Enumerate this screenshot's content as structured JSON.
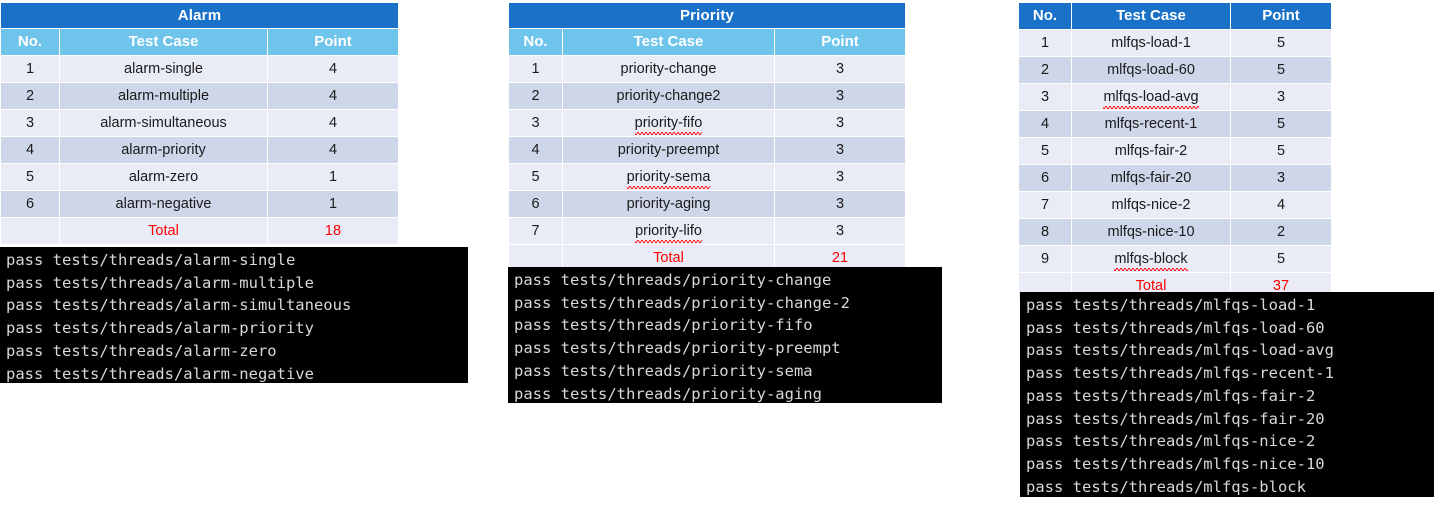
{
  "columns": {
    "no": "No.",
    "test_case": "Test Case",
    "point": "Point"
  },
  "total_label": "Total",
  "accent_colors": {
    "title_blue": "#1a71c8",
    "header_light_blue": "#6ec4ea",
    "row_odd": "#e9ecf6",
    "row_even": "#ced6e9",
    "total_red": "#ff0000",
    "terminal_bg": "#000000",
    "terminal_text": "#d8d8d8"
  },
  "tables": [
    {
      "title": "Alarm",
      "header_style": "light",
      "rows": [
        {
          "no": "1",
          "test_case": "alarm-single",
          "point": "4",
          "bold": false,
          "misspelled": false
        },
        {
          "no": "2",
          "test_case": "alarm-multiple",
          "point": "4",
          "bold": false,
          "misspelled": false
        },
        {
          "no": "3",
          "test_case": "alarm-simultaneous",
          "point": "4",
          "bold": false,
          "misspelled": false
        },
        {
          "no": "4",
          "test_case": "alarm-priority",
          "point": "4",
          "bold": false,
          "misspelled": false
        },
        {
          "no": "5",
          "test_case": "alarm-zero",
          "point": "1",
          "bold": false,
          "misspelled": false
        },
        {
          "no": "6",
          "test_case": "alarm-negative",
          "point": "1",
          "bold": false,
          "misspelled": false
        }
      ],
      "total": "18"
    },
    {
      "title": "Priority",
      "header_style": "light",
      "rows": [
        {
          "no": "1",
          "test_case": "priority-change",
          "point": "3",
          "bold": false,
          "misspelled": false
        },
        {
          "no": "2",
          "test_case": "priority-change2",
          "point": "3",
          "bold": true,
          "misspelled": false
        },
        {
          "no": "3",
          "test_case": "priority-fifo",
          "point": "3",
          "bold": false,
          "misspelled": true
        },
        {
          "no": "4",
          "test_case": "priority-preempt",
          "point": "3",
          "bold": false,
          "misspelled": false
        },
        {
          "no": "5",
          "test_case": "priority-sema",
          "point": "3",
          "bold": false,
          "misspelled": true
        },
        {
          "no": "6",
          "test_case": "priority-aging",
          "point": "3",
          "bold": true,
          "misspelled": false
        },
        {
          "no": "7",
          "test_case": "priority-lifo",
          "point": "3",
          "bold": true,
          "misspelled": true
        }
      ],
      "total": "21"
    },
    {
      "title": null,
      "header_style": "dark",
      "rows": [
        {
          "no": "1",
          "test_case": "mlfqs-load-1",
          "point": "5",
          "bold": false,
          "misspelled": false
        },
        {
          "no": "2",
          "test_case": "mlfqs-load-60",
          "point": "5",
          "bold": false,
          "misspelled": false
        },
        {
          "no": "3",
          "test_case": "mlfqs-load-avg",
          "point": "3",
          "bold": false,
          "misspelled": true
        },
        {
          "no": "4",
          "test_case": "mlfqs-recent-1",
          "point": "5",
          "bold": false,
          "misspelled": false
        },
        {
          "no": "5",
          "test_case": "mlfqs-fair-2",
          "point": "5",
          "bold": false,
          "misspelled": false
        },
        {
          "no": "6",
          "test_case": "mlfqs-fair-20",
          "point": "3",
          "bold": false,
          "misspelled": false
        },
        {
          "no": "7",
          "test_case": "mlfqs-nice-2",
          "point": "4",
          "bold": false,
          "misspelled": false
        },
        {
          "no": "8",
          "test_case": "mlfqs-nice-10",
          "point": "2",
          "bold": false,
          "misspelled": false
        },
        {
          "no": "9",
          "test_case": "mlfqs-block",
          "point": "5",
          "bold": false,
          "misspelled": true
        }
      ],
      "total": "37"
    }
  ],
  "terminals": [
    {
      "lines": [
        "pass tests/threads/alarm-single",
        "pass tests/threads/alarm-multiple",
        "pass tests/threads/alarm-simultaneous",
        "pass tests/threads/alarm-priority",
        "pass tests/threads/alarm-zero",
        "pass tests/threads/alarm-negative"
      ]
    },
    {
      "lines": [
        "pass tests/threads/priority-change",
        "pass tests/threads/priority-change-2",
        "pass tests/threads/priority-fifo",
        "pass tests/threads/priority-preempt",
        "pass tests/threads/priority-sema",
        "pass tests/threads/priority-aging"
      ]
    },
    {
      "lines": [
        "pass tests/threads/mlfqs-load-1",
        "pass tests/threads/mlfqs-load-60",
        "pass tests/threads/mlfqs-load-avg",
        "pass tests/threads/mlfqs-recent-1",
        "pass tests/threads/mlfqs-fair-2",
        "pass tests/threads/mlfqs-fair-20",
        "pass tests/threads/mlfqs-nice-2",
        "pass tests/threads/mlfqs-nice-10",
        "pass tests/threads/mlfqs-block"
      ]
    }
  ]
}
